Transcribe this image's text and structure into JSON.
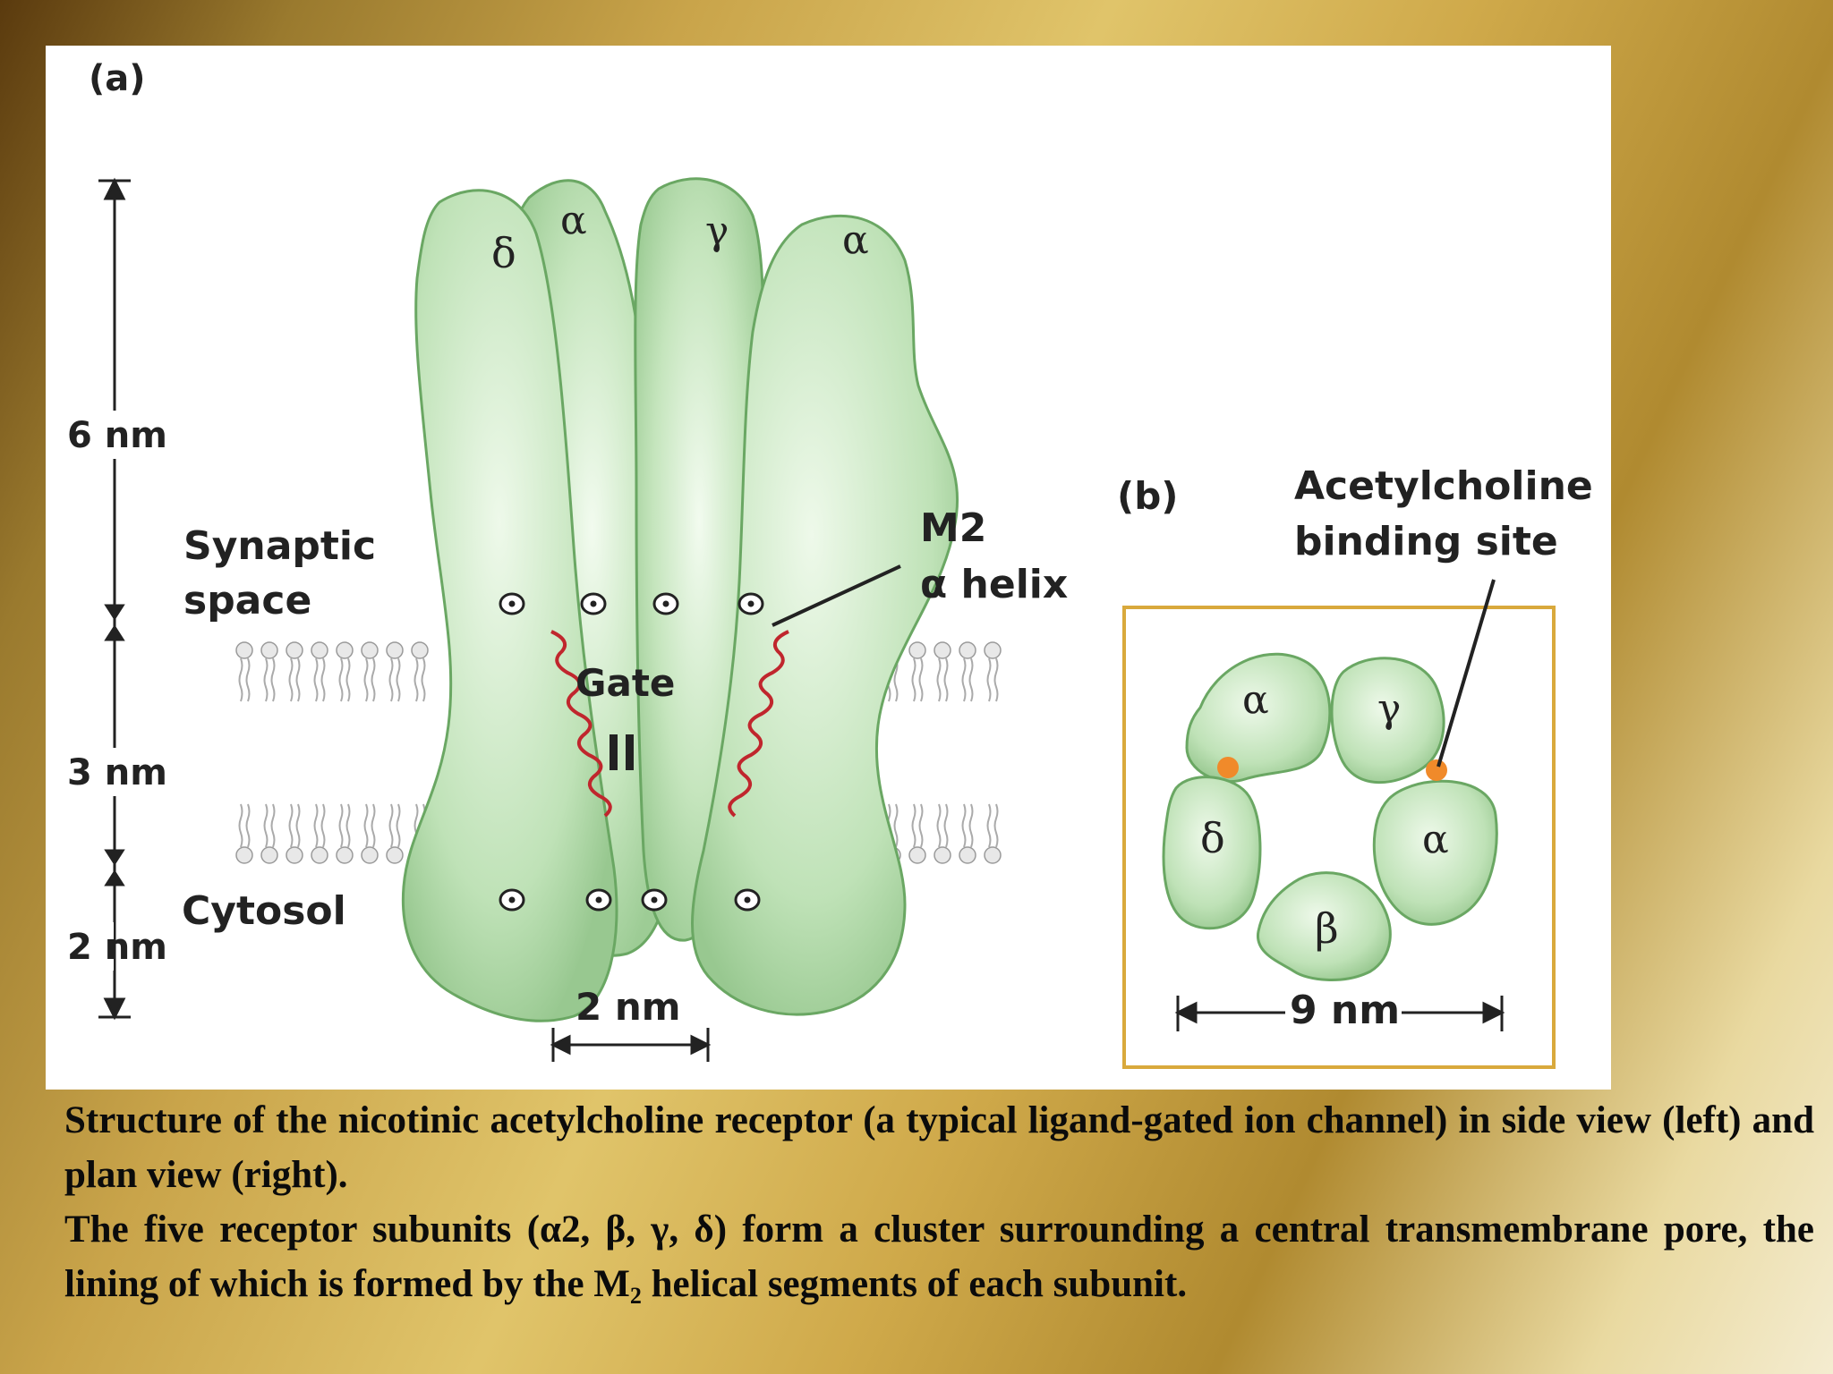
{
  "panel_a": {
    "label": "(a)",
    "dim_6": "6 nm",
    "dim_3": "3 nm",
    "dim_2": "2 nm",
    "synaptic_line1": "Synaptic",
    "synaptic_line2": "space",
    "cytosol": "Cytosol",
    "subunits": [
      "δ",
      "α",
      "γ",
      "α"
    ],
    "m2_line1": "M2",
    "m2_line2": "α helix",
    "gate": "Gate",
    "pore_width": "2 nm"
  },
  "panel_b": {
    "label": "(b)",
    "binding_line1": "Acetylcholine",
    "binding_line2": "binding site",
    "subunits": [
      "α",
      "γ",
      "δ",
      "α",
      "β"
    ],
    "width": "9 nm"
  },
  "caption": {
    "p1": "Structure of the nicotinic acetylcholine receptor (a typical ligand-gated ion channel) in side view (left) and plan view (right).",
    "p2_pre": "The five receptor subunits (α2, β, γ, δ) form a cluster surrounding a central transmembrane pore, the lining of which is formed by the M",
    "p2_sub": "2",
    "p2_post": " helical segments of each subunit."
  },
  "colors": {
    "subunit_fill": "#b5dcae",
    "subunit_stroke": "#6aa763",
    "helix": "#c0262d",
    "binding_site": "#f08a2a",
    "plan_box": "#d9a93c"
  }
}
